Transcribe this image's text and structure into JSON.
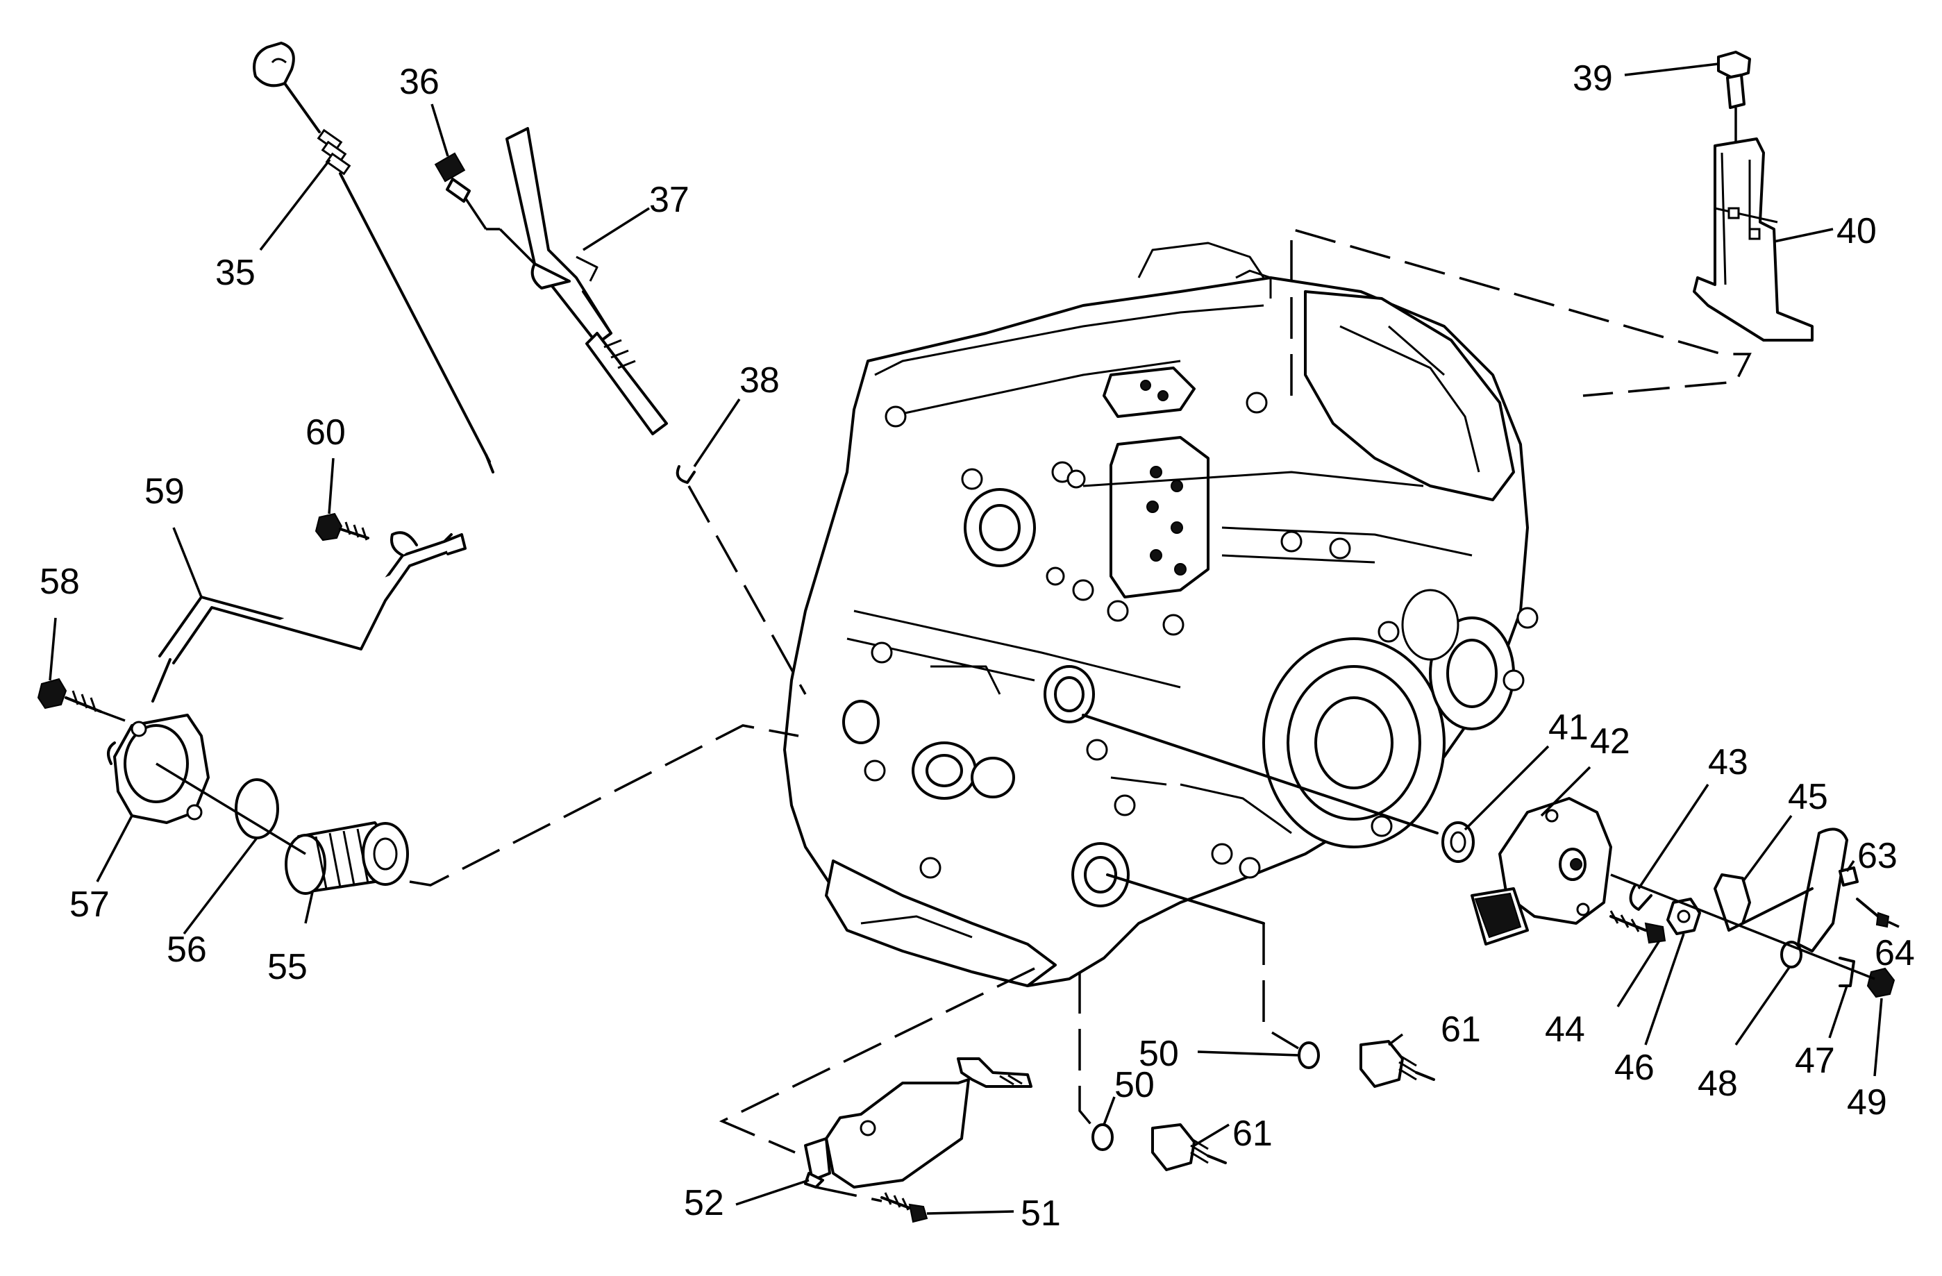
{
  "callouts": {
    "c35": "35",
    "c36": "36",
    "c37": "37",
    "c38": "38",
    "c39": "39",
    "c40": "40",
    "c41": "41",
    "c42": "42",
    "c43": "43",
    "c44": "44",
    "c45": "45",
    "c46": "46",
    "c47": "47",
    "c48": "48",
    "c49": "49",
    "c50a": "50",
    "c50b": "50",
    "c51": "51",
    "c52": "52",
    "c55": "55",
    "c56": "56",
    "c57": "57",
    "c58": "58",
    "c59": "59",
    "c60": "60",
    "c61a": "61",
    "c61b": "61",
    "c63": "63",
    "c64": "64"
  },
  "colors": {
    "line": "#000000",
    "background": "#ffffff"
  }
}
